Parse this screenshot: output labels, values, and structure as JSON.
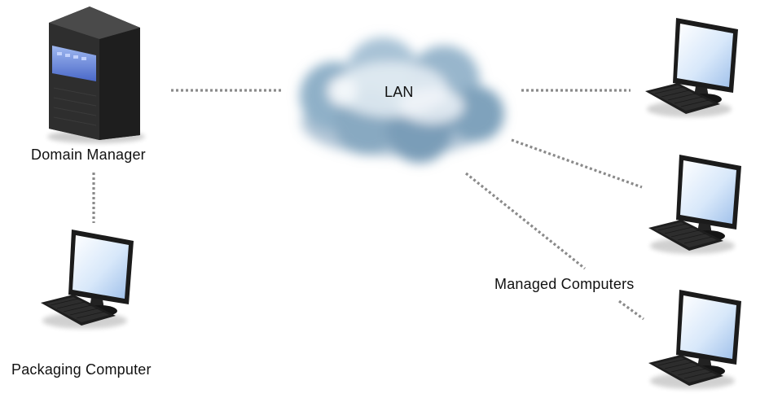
{
  "labels": {
    "domain_manager": "Domain Manager",
    "packaging_computer": "Packaging Computer",
    "lan": "LAN",
    "managed_computers": "Managed Computers"
  },
  "icons": {
    "server": "server-tower-icon",
    "computer": "desktop-computer-icon",
    "network": "cloud-network-icon"
  },
  "colors": {
    "connector": "#8a8a8a",
    "cloud": "#8fb0c8",
    "screen": "#cfe2f7",
    "server_panel": "#6f8fd8",
    "text": "#111111"
  }
}
